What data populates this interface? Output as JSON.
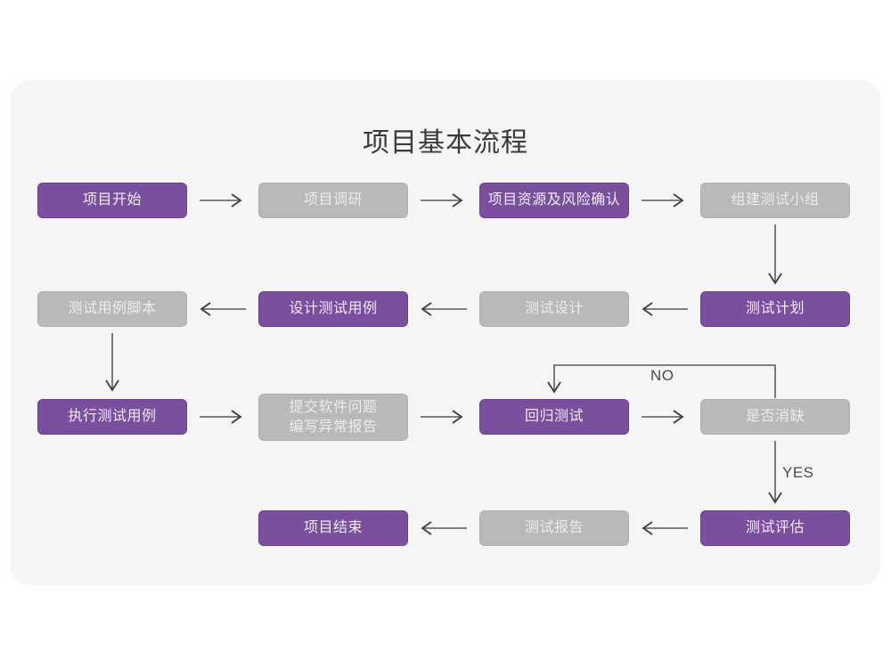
{
  "page": {
    "title": "项目基本流程",
    "background_color": "#ffffff",
    "card_color": "#f5f5f5",
    "accent_purple": "#7a4f9e",
    "muted_gray": "#b9b9b9"
  },
  "chart_data": {
    "type": "diagram",
    "title": "项目基本流程",
    "nodes": [
      {
        "id": "n1",
        "label": "项目开始",
        "style": "purple",
        "row": 1,
        "col": 1
      },
      {
        "id": "n2",
        "label": "项目调研",
        "style": "gray",
        "row": 1,
        "col": 2
      },
      {
        "id": "n3",
        "label": "项目资源及风险确认",
        "style": "purple",
        "row": 1,
        "col": 3
      },
      {
        "id": "n4",
        "label": "组建测试小组",
        "style": "gray",
        "row": 1,
        "col": 4
      },
      {
        "id": "n5",
        "label": "测试用例脚本",
        "style": "gray",
        "row": 2,
        "col": 1
      },
      {
        "id": "n6",
        "label": "设计测试用例",
        "style": "purple",
        "row": 2,
        "col": 2
      },
      {
        "id": "n7",
        "label": "测试设计",
        "style": "gray",
        "row": 2,
        "col": 3
      },
      {
        "id": "n8",
        "label": "测试计划",
        "style": "purple",
        "row": 2,
        "col": 4
      },
      {
        "id": "n9",
        "label": "执行测试用例",
        "style": "purple",
        "row": 3,
        "col": 1
      },
      {
        "id": "n10",
        "label": "提交软件问题\n编写异常报告",
        "style": "gray",
        "row": 3,
        "col": 2
      },
      {
        "id": "n11",
        "label": "回归测试",
        "style": "purple",
        "row": 3,
        "col": 3
      },
      {
        "id": "n12",
        "label": "是否消缺",
        "style": "gray",
        "row": 3,
        "col": 4
      },
      {
        "id": "n13",
        "label": "项目结束",
        "style": "purple",
        "row": 4,
        "col": 2
      },
      {
        "id": "n14",
        "label": "测试报告",
        "style": "gray",
        "row": 4,
        "col": 3
      },
      {
        "id": "n15",
        "label": "测试评估",
        "style": "purple",
        "row": 4,
        "col": 4
      }
    ],
    "edges": [
      {
        "from": "n1",
        "to": "n2",
        "label": "",
        "direction": "right"
      },
      {
        "from": "n2",
        "to": "n3",
        "label": "",
        "direction": "right"
      },
      {
        "from": "n3",
        "to": "n4",
        "label": "",
        "direction": "right"
      },
      {
        "from": "n4",
        "to": "n8",
        "label": "",
        "direction": "down"
      },
      {
        "from": "n8",
        "to": "n7",
        "label": "",
        "direction": "left"
      },
      {
        "from": "n7",
        "to": "n6",
        "label": "",
        "direction": "left"
      },
      {
        "from": "n6",
        "to": "n5",
        "label": "",
        "direction": "left"
      },
      {
        "from": "n5",
        "to": "n9",
        "label": "",
        "direction": "down"
      },
      {
        "from": "n9",
        "to": "n10",
        "label": "",
        "direction": "right"
      },
      {
        "from": "n10",
        "to": "n11",
        "label": "",
        "direction": "right"
      },
      {
        "from": "n11",
        "to": "n12",
        "label": "",
        "direction": "right"
      },
      {
        "from": "n12",
        "to": "n11",
        "label": "NO",
        "direction": "loop-up-left"
      },
      {
        "from": "n12",
        "to": "n15",
        "label": "YES",
        "direction": "down"
      },
      {
        "from": "n15",
        "to": "n14",
        "label": "",
        "direction": "left"
      },
      {
        "from": "n14",
        "to": "n13",
        "label": "",
        "direction": "left"
      }
    ],
    "edge_labels": [
      {
        "id": "lbl-no",
        "text": "NO"
      },
      {
        "id": "lbl-yes",
        "text": "YES"
      }
    ]
  }
}
